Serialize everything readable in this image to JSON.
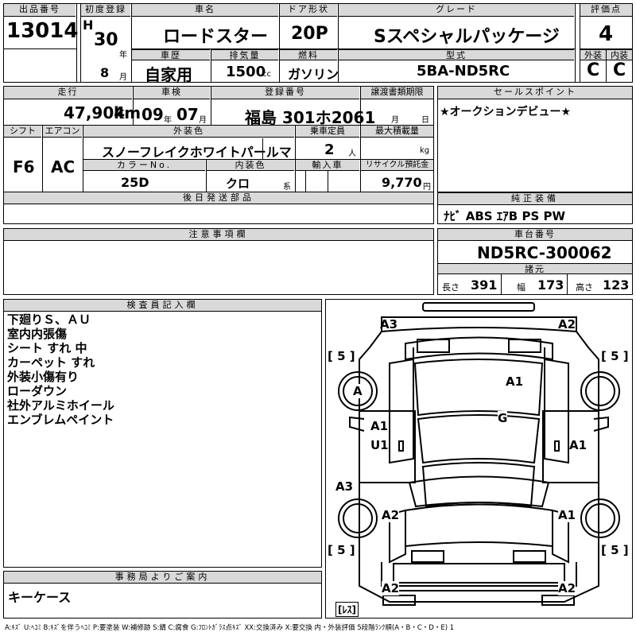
{
  "header": {
    "lot_label": "出品番号",
    "lot": "13014",
    "first_reg_label": "初度登録",
    "era": "H",
    "year": "30",
    "year_unit": "年",
    "month": "8",
    "month_unit": "月",
    "car_name_label": "車名",
    "car_name": "ロードスター",
    "door_label": "ドア形状",
    "door": "20P",
    "grade_label": "グレード",
    "grade": "Sスペシャルパッケージ",
    "score_label": "評価点",
    "score": "4",
    "history_label": "車歴",
    "history": "自家用",
    "displacement_label": "排気量",
    "displacement": "1500",
    "displacement_unit": "cc",
    "fuel_label": "燃料",
    "fuel": "ガソリン",
    "model_label": "型式",
    "model": "5BA-ND5RC",
    "exterior_label": "外装",
    "exterior": "C",
    "interior_label": "内装",
    "interior": "C"
  },
  "row2": {
    "mileage_label": "走行",
    "mileage": "47,904",
    "mileage_unit": "km",
    "inspection_label": "車検",
    "insp_year": "09",
    "insp_year_unit": "年",
    "insp_month": "07",
    "insp_month_unit": "月",
    "plate_label": "登録番号",
    "plate": "福島 301ホ2061",
    "transfer_label": "譲渡書類期限",
    "transfer_month_unit": "月",
    "transfer_day_unit": "日",
    "shift_label": "シフト",
    "shift": "F6",
    "ac_label": "エアコン",
    "ac": "AC",
    "color_label": "外装色",
    "color": "スノーフレイクホワイトパールマ",
    "capacity_label": "乗車定員",
    "capacity": "2",
    "capacity_unit": "人",
    "load_label": "最大積載量",
    "load_unit": "kg",
    "color_no_label": "カラーNo.",
    "color_no": "25D",
    "interior_color_label": "内装色",
    "interior_color": "クロ",
    "interior_color_unit": "系",
    "import_label": "輸入車",
    "recycle_label": "リサイクル預託金",
    "recycle": "9,770",
    "recycle_unit": "円"
  },
  "sales_point": {
    "label": "セールスポイント",
    "text": "★オークションデビュー★"
  },
  "later_parts": {
    "label": "後日発送部品"
  },
  "genuine": {
    "label": "純正装備",
    "text": "ﾅﾋﾞ ABS ｴｱB PS PW"
  },
  "notes": {
    "label": "注意事項欄"
  },
  "chassis": {
    "label": "車台番号",
    "number": "ND5RC-300062",
    "spec_label": "諸元",
    "length_label": "長さ",
    "length": "391",
    "width_label": "幅",
    "width": "173",
    "height_label": "高さ",
    "height": "123"
  },
  "inspector": {
    "label": "検査員記入欄",
    "lines": [
      "下廻りＳ、ＡＵ",
      "室内内張傷",
      "シート すれ 中",
      "カーペット すれ",
      "外装小傷有り",
      "ローダウン",
      "社外アルミホイール",
      "エンブレムペイント"
    ]
  },
  "office": {
    "label": "事務局よりご案内",
    "text": "キーケース"
  },
  "diagram": {
    "marks": {
      "a3_tl": "A3",
      "a2_tr": "A2",
      "tire_tl": "[ 5 ]",
      "tire_tr": "[ 5 ]",
      "a_left": "A",
      "a1_hood": "A1",
      "g_glass": "G",
      "a1_ldoor": "A1",
      "u1_ldoor": "U1",
      "a1_rdoor": "A1",
      "a3_left": "A3",
      "a2_left": "A2",
      "a1_right": "A1",
      "tire_bl": "[ 5 ]",
      "tire_br": "[ 5 ]",
      "a2_bl": "A2",
      "a2_br": "A2",
      "less": "[ﾚｽ]"
    }
  },
  "legend": "A:ｷｽﾞ U:ﾍｺﾐ B:ｷｽﾞを伴うﾍｺﾐ P:要塗装 W:補修跡 S:錆 C:腐食 G:ﾌﾛﾝﾄｶﾞﾗｽ点ｷｽﾞ XX:交換済み X:要交換 内・外装評価 5段階ﾗﾝｸ順(A・B・C・D・E) 1"
}
